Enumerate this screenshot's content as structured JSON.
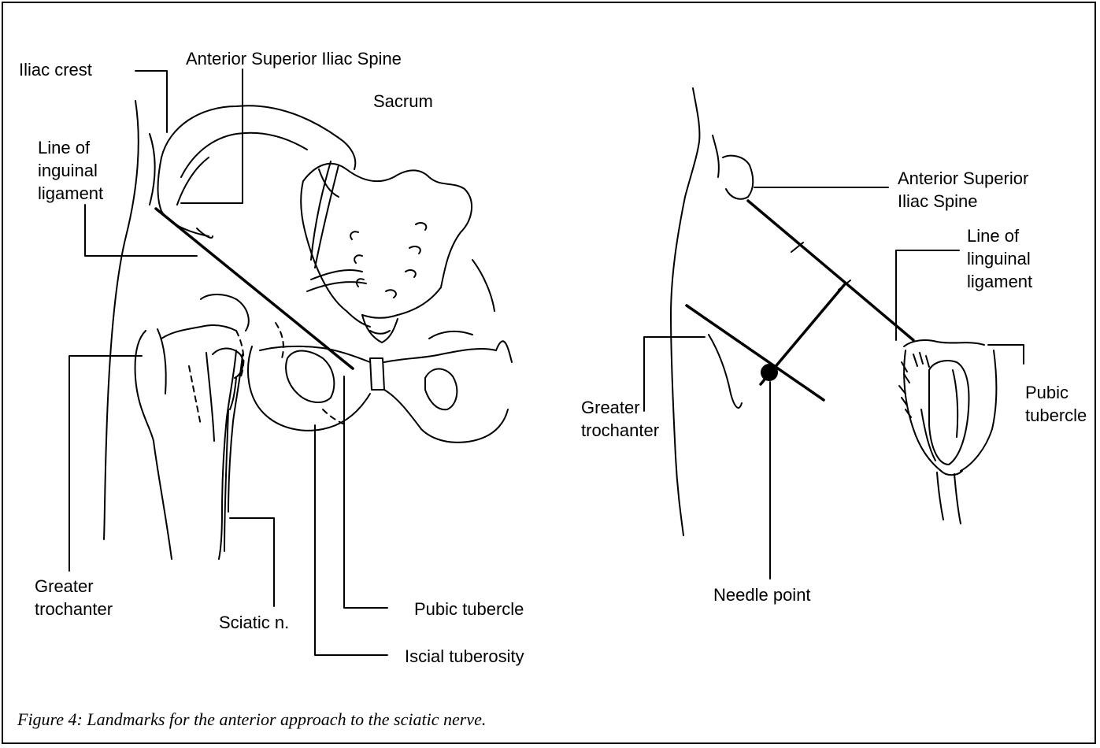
{
  "left_labels": {
    "iliac_crest": "Iliac crest",
    "asis": "Anterior Superior Iliac Spine",
    "sacrum": "Sacrum",
    "line_of_inguinal_ligament": "Line of\ninguinal\nligament",
    "greater_trochanter": "Greater\ntrochanter",
    "sciatic_n": "Sciatic  n.",
    "pubic_tubercle": "Pubic tubercle",
    "iscial_tuberosity": "Iscial tuberosity"
  },
  "right_labels": {
    "asis": "Anterior Superior\nIliac Spine",
    "line_of_linguinal_ligament": "Line of\nlinguinal\nligament",
    "greater_trochanter": "Greater\ntrochanter",
    "pubic_tubercle": "Pubic\ntubercle",
    "needle_point": "Needle point"
  },
  "caption": "Figure 4:  Landmarks for the anterior approach to the sciatic nerve."
}
